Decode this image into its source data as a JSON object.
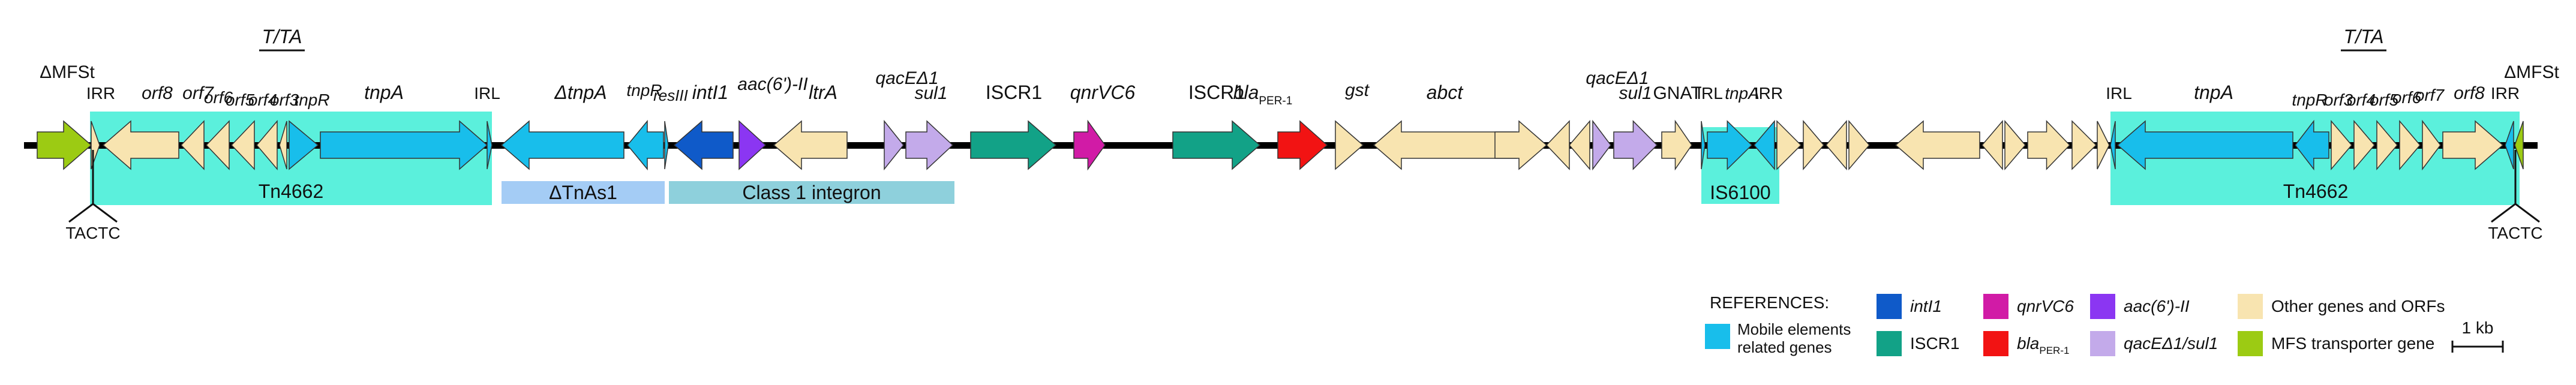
{
  "colors": {
    "mobile": "#18BEEB",
    "intI1": "#0F5AC9",
    "iscr1": "#12A287",
    "qnrvc6": "#D11BA6",
    "bla": "#F21313",
    "aac": "#8B36F2",
    "qac_sul": "#C3AAEA",
    "other": "#F8E4B0",
    "mfs": "#9CCB13",
    "tn_box": "#5BF0DC",
    "dtnas1_box": "#A4CCF5",
    "integron_box": "#8ED0DC",
    "backbone": "#000000"
  },
  "gene_labels": {
    "dmfst_l": "ΔMFSt",
    "irr_1": "IRR",
    "orf8_l": "orf8",
    "orf7_l": "orf7",
    "orf6_l": "orf6",
    "orf5_l": "orf5",
    "orf4_l": "orf4",
    "orf3_l": "orf3",
    "tnpr_l": "tnpR",
    "tnpa_l": "tnpA",
    "irl_1": "IRL",
    "dtnpa": "ΔtnpA",
    "tnpr_2": "tnpR",
    "resiii": "resIII",
    "inti1": "intI1",
    "aac": "aac(6')-II",
    "ltra": "ltrA",
    "qacedelta1_1": "qacEΔ1",
    "sul1_1": "sul1",
    "iscr1_1": "ISCR1",
    "qnrvc6": "qnrVC6",
    "iscr1_2": "ISCR1",
    "bla_base": "bla",
    "bla_sub": "PER-1",
    "gst": "gst",
    "abct": "abct",
    "qacedelta1_2": "qacEΔ1",
    "sul1_2": "sul1",
    "gnat": "GNAT",
    "irl_2": "IRL",
    "tnpa_2": "tnpA",
    "irr_2": "IRR",
    "irl_3": "IRL",
    "tnpa_r": "tnpA",
    "tnpr_r": "tnpR",
    "orf3_r": "orf3",
    "orf4_r": "orf4",
    "orf5_r": "orf5",
    "orf6_r": "orf6",
    "orf7_r": "orf7",
    "orf8_r": "orf8",
    "irr_3": "IRR",
    "dmfst_r": "ΔMFSt",
    "tta_l": "T/TA",
    "tta_r": "T/TA"
  },
  "boxes": {
    "tn4662_l": "Tn4662",
    "dtnas1": "ΔTnAs1",
    "integron": "Class 1 integron",
    "is6100": "IS6100",
    "tn4662_r": "Tn4662"
  },
  "target_sites": {
    "left": "TACTC",
    "right": "TACTC"
  },
  "legend": {
    "title": "REFERENCES:",
    "mobile_a": "Mobile elements",
    "mobile_b": "related genes",
    "intI1": "intI1",
    "iscr1": "ISCR1",
    "qnrvc6": "qnrVC6",
    "bla_base": "bla",
    "bla_sub": "PER-1",
    "aac": "aac(6')-II",
    "qac_sul": "qacEΔ1/sul1",
    "other": "Other genes and ORFs",
    "mfs": "MFS transporter gene",
    "scale": "1 kb"
  }
}
